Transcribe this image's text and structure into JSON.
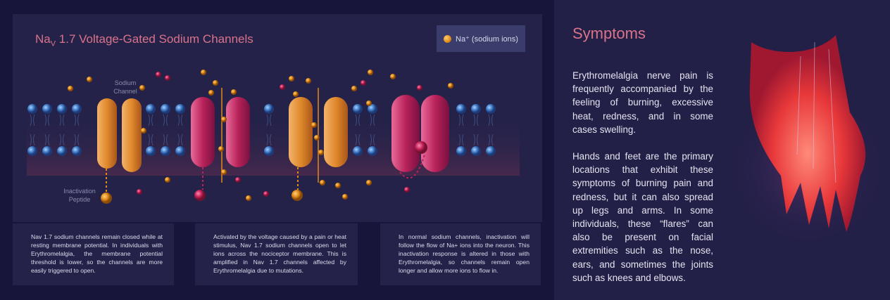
{
  "diagram": {
    "title_main": "Na",
    "title_sub": "V",
    "title_rest": " 1.7  Voltage-Gated Sodium Channels",
    "legend": "Na⁺ (sodium ions)",
    "labels": {
      "sodium_channel": "Sodium Channel",
      "inactivation_peptide": "Inactivation Peptide"
    },
    "colors": {
      "ion": "#e8931f",
      "channel_orange": "#e08b2c",
      "channel_red": "#b8235a",
      "lipid": "#4a86d0"
    }
  },
  "captions": [
    "Nav 1.7 sodium channels remain closed while at resting membrane potential. In individuals with Erythromelalgia, the membrane potential threshold is lower, so the channels are more easily triggered to open.",
    "Activated by the voltage caused by a pain or heat stimulus, Nav 1.7 sodium channels open to let ions across the nociceptor membrane. This is amplified in Nav 1.7 channels affected by Erythromelalgia due to mutations.",
    "In normal sodium channels, inactivation will follow the flow of Na+ ions into the neuron. This inactivation response is altered in those with Erythromelalgia, so channels remain open longer and allow more ions to flow in."
  ],
  "symptoms": {
    "heading": "Symptoms",
    "p1": "Erythromelalgia nerve pain is frequently accompanied by the feeling of burning, excessive heat, redness, and in some cases swelling.",
    "p2": "Hands and feet are the primary locations that exhibit these symptoms of burning pain and redness, but it can also spread up legs and arms. In some individuals, these “flares” can also be present on facial extremities such as the nose, ears, and sometimes the joints such as knees and elbows."
  }
}
